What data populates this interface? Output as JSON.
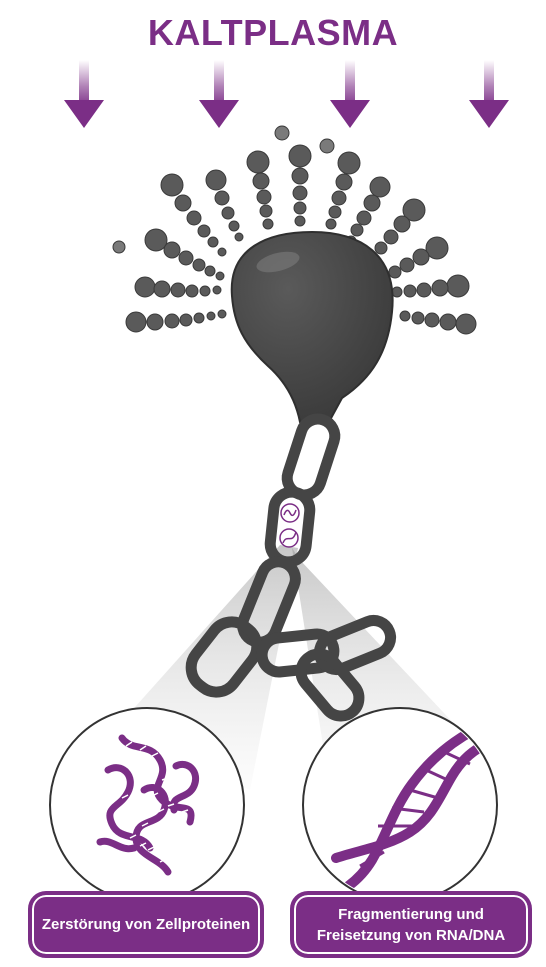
{
  "title": "KALTPLASMA",
  "labels": {
    "left": "Zerstörung von Zellproteinen",
    "right": "Fragmentierung und Freisetzung von RNA/DNA"
  },
  "colors": {
    "accent": "#7b2e86",
    "bacterium": "#454545",
    "bacterium_dark": "#2f2f2f"
  },
  "icons": [
    "arrow-down-icon",
    "protein-icon",
    "dna-helix-icon"
  ]
}
